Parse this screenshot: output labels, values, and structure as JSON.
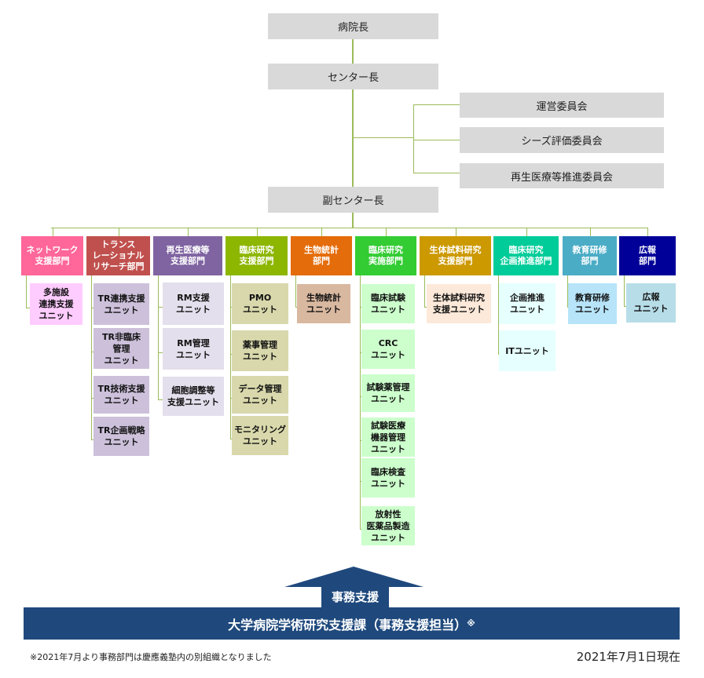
{
  "top": {
    "director": "病院長",
    "center_head": "センター長",
    "vice_head": "副センター長"
  },
  "committees": [
    "運営委員会",
    "シーズ評価委員会",
    "再生医療等推進委員会"
  ],
  "departments": [
    {
      "label": "ネットワーク\n支援部門",
      "color": "#FF6699",
      "unit_color": "#FFCCFF",
      "units": [
        "多施設\n連携支援\nユニット"
      ]
    },
    {
      "label": "トランス\nレーショナル\nリサーチ部門",
      "color": "#C0504D",
      "unit_color": "#CCC0DA",
      "units": [
        "TR連携支援\nユニット",
        "TR非臨床\n管理\nユニット",
        "TR技術支援\nユニット",
        "TR企画戦略\nユニット"
      ]
    },
    {
      "label": "再生医療等\n支援部門",
      "color": "#8064A2",
      "unit_color": "#E4DFEC",
      "units": [
        "RM支援\nユニット",
        "RM管理\nユニット",
        "細胞調整等\n支援ユニット"
      ]
    },
    {
      "label": "臨床研究\n支援部門",
      "color": "#8DB600",
      "unit_color": "#D8D8AC",
      "units": [
        "PMO\nユニット",
        "薬事管理\nユニット",
        "データ管理\nユニット",
        "モニタリング\nユニット"
      ]
    },
    {
      "label": "生物統計\n部門",
      "color": "#E46C0A",
      "unit_color": "#D9B8A0",
      "units": [
        "生物統計\nユニット"
      ]
    },
    {
      "label": "臨床研究\n実施部門",
      "color": "#33CC33",
      "unit_color": "#CCFFCC",
      "units": [
        "臨床試験\nユニット",
        "CRC\nユニット",
        "試験薬管理\nユニット",
        "試験医療\n機器管理\nユニット",
        "臨床検査\nユニット",
        "放射性\n医薬品製造\nユニット"
      ]
    },
    {
      "label": "生体試料研究\n支援部門",
      "color": "#CC9900",
      "unit_color": "#FDE9D9",
      "units": [
        "生体試料研究\n支援ユニット"
      ]
    },
    {
      "label": "臨床研究\n企画推進部門",
      "color": "#00CC99",
      "unit_color": "#E6FFFF",
      "units": [
        "企画推進\nユニット",
        "ITユニット"
      ]
    },
    {
      "label": "教育研修\n部門",
      "color": "#4BACC6",
      "unit_color": "#B7E4F9",
      "units": [
        "教育研修\nユニット"
      ]
    },
    {
      "label": "広報\n部門",
      "color": "#000099",
      "unit_color": "#B7DDE8",
      "units": [
        "広報\nユニット"
      ]
    }
  ],
  "admin_support": "事務支援",
  "admin_section": "大学病院学術研究支援課（事務支援担当）",
  "admin_mark": "※",
  "footnote": "※2021年7月より事務部門は慶應義塾内の別組織となりました",
  "date": "2021年7月1日現在"
}
